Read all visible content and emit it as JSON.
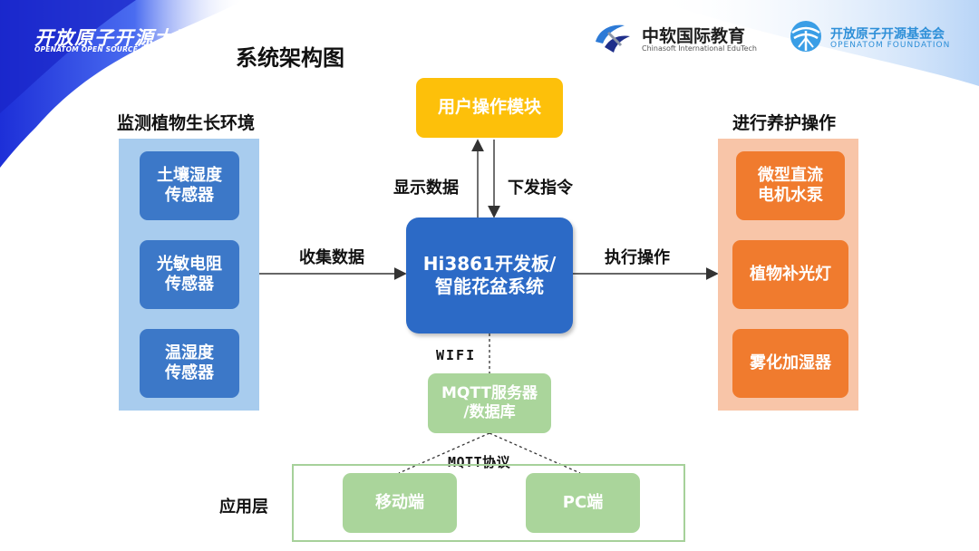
{
  "header": {
    "logo_main": "开放原子开源大赛",
    "logo_main_en": "OPENATOM OPEN SOURCE COMPETITION",
    "chinasoft_name": "中软国际教育",
    "chinasoft_en": "Chinasoft International EduTech",
    "foundation_name": "开放原子开源基金会",
    "foundation_en": "OPENATOM FOUNDATION",
    "page_title": "系统架构图"
  },
  "left": {
    "title": "监测植物生长环境",
    "sensors": [
      "土壤湿度\n传感器",
      "光敏电阻\n传感器",
      "温湿度\n传感器"
    ]
  },
  "right": {
    "title": "进行养护操作",
    "actuators": [
      "微型直流\n电机水泵",
      "植物补光灯",
      "雾化加湿器"
    ]
  },
  "center": {
    "user_module": "用户操作模块",
    "core": "Hi3861开发板/\n智能花盆系统",
    "server": "MQTT服务器\n/数据库"
  },
  "edges": {
    "display_data": "显示数据",
    "send_command": "下发指令",
    "collect_data": "收集数据",
    "execute": "执行操作",
    "wifi": "WIFI",
    "mqtt_protocol": "MQTT协议"
  },
  "app_layer": {
    "label": "应用层",
    "mobile": "移动端",
    "pc": "PC端"
  },
  "colors": {
    "sensor_blue": "#3c78c8",
    "panel_blue": "#a8ccee",
    "actuator_orange": "#f07b2e",
    "panel_orange": "#f8c5a8",
    "user_yellow": "#fdc00a",
    "core_blue": "#2c6ac6",
    "green": "#aad59b"
  }
}
